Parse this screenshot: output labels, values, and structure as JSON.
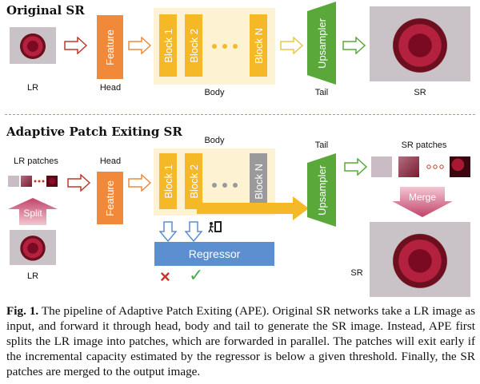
{
  "top": {
    "title": "Original SR",
    "lr_label": "LR",
    "head_label": "Head",
    "feature_text": "Feature",
    "block1": "Block 1",
    "block2": "Block 2",
    "blockN": "Block N",
    "body_label": "Body",
    "upsampler_text": "Upsampler",
    "tail_label": "Tail",
    "sr_label": "SR"
  },
  "bottom": {
    "title": "Adaptive Patch Exiting SR",
    "lr_patches_label": "LR patches",
    "split_text": "Split",
    "lr_label": "LR",
    "head_label": "Head",
    "feature_text": "Feature",
    "body_label": "Body",
    "block1": "Block 1",
    "block2": "Block 2",
    "blockN": "Block N",
    "regressor_text": "Regressor",
    "tail_label": "Tail",
    "upsampler_text": "Upsampler",
    "sr_patches_label": "SR patches",
    "merge_text": "Merge",
    "sr_label": "SR",
    "exit_symbol": "×",
    "continue_symbol": "✓"
  },
  "colors": {
    "head": "#f08a3a",
    "block": "#f5b928",
    "block_gray": "#9a9a9a",
    "upsampler": "#5aa83a",
    "regressor": "#5b8fcf",
    "divider": "#f08a3a"
  },
  "caption": {
    "fig_label": "Fig. 1.",
    "text": "The pipeline of Adaptive Patch Exiting (APE). Original SR networks take a LR image as input, and forward it through head, body and tail to generate the SR image. Instead, APE first splits the LR image into patches, which are forwarded in parallel. The patches will exit early if the incremental capacity estimated by the regressor is below a given threshold. Finally, the SR patches are merged to the output image."
  }
}
